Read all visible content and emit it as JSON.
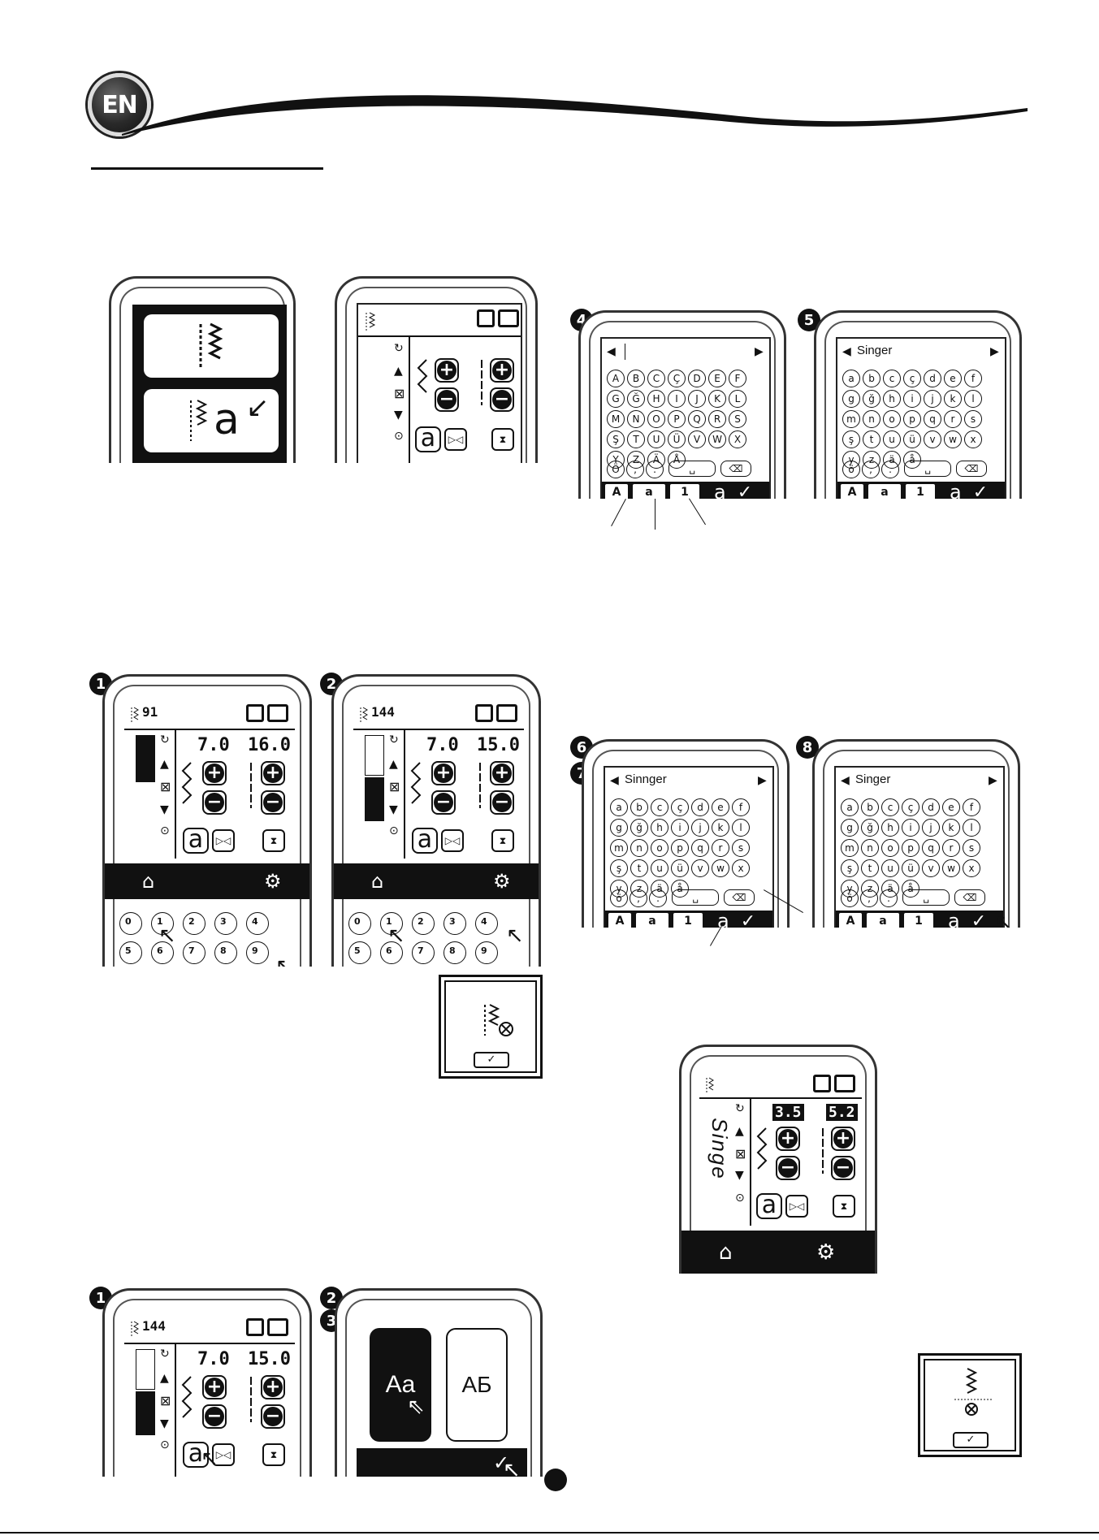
{
  "header": {
    "language_badge": "EN"
  },
  "screens": {
    "top_select": {
      "letter_glyph": "a"
    },
    "top_main": {},
    "step4_keyboard": {
      "step": "4",
      "keys": [
        "A",
        "B",
        "C",
        "Ç",
        "D",
        "E",
        "F",
        "G",
        "Ğ",
        "H",
        "I",
        "J",
        "K",
        "L",
        "M",
        "N",
        "O",
        "P",
        "Q",
        "R",
        "S",
        "Ş",
        "T",
        "U",
        "Ü",
        "V",
        "W",
        "X",
        "Y",
        "Z",
        "Ä",
        "Å",
        "Ö",
        ",",
        "."
      ],
      "tabs": [
        "A",
        "a",
        "1"
      ],
      "glyph": "a",
      "check": "✓"
    },
    "step5_keyboard": {
      "step": "5",
      "input_text": "Singer",
      "keys": [
        "a",
        "b",
        "c",
        "ç",
        "d",
        "e",
        "f",
        "g",
        "ğ",
        "h",
        "i",
        "j",
        "k",
        "l",
        "m",
        "n",
        "o",
        "p",
        "q",
        "r",
        "s",
        "ş",
        "t",
        "u",
        "ü",
        "v",
        "w",
        "x",
        "y",
        "z",
        "ä",
        "å",
        "ö",
        ",",
        "."
      ],
      "tabs": [
        "A",
        "a",
        "1"
      ],
      "glyph": "a",
      "check": "✓"
    },
    "step1_mid": {
      "step": "1",
      "stitch_number": "91",
      "width": "7.0",
      "length": "16.0",
      "numpad": [
        "0",
        "1",
        "2",
        "3",
        "4",
        "5",
        "6",
        "7",
        "8",
        "9"
      ]
    },
    "step2_mid": {
      "step": "2",
      "stitch_number": "144",
      "width": "7.0",
      "length": "15.0",
      "numpad": [
        "0",
        "1",
        "2",
        "3",
        "4",
        "5",
        "6",
        "7",
        "8",
        "9"
      ]
    },
    "step67_keyboard": {
      "steps": [
        "6",
        "7"
      ],
      "input_text": "Sinnger",
      "keys": [
        "a",
        "b",
        "c",
        "ç",
        "d",
        "e",
        "f",
        "g",
        "ğ",
        "h",
        "i",
        "j",
        "k",
        "l",
        "m",
        "n",
        "o",
        "p",
        "q",
        "r",
        "s",
        "ş",
        "t",
        "u",
        "ü",
        "v",
        "w",
        "x",
        "y",
        "z",
        "ä",
        "å",
        "ö",
        ",",
        "."
      ],
      "tabs": [
        "A",
        "a",
        "1"
      ],
      "glyph": "a",
      "check": "✓"
    },
    "step8_keyboard": {
      "step": "8",
      "input_text": "Singer",
      "keys": [
        "a",
        "b",
        "c",
        "ç",
        "d",
        "e",
        "f",
        "g",
        "ğ",
        "h",
        "i",
        "j",
        "k",
        "l",
        "m",
        "n",
        "o",
        "p",
        "q",
        "r",
        "s",
        "ş",
        "t",
        "u",
        "ü",
        "v",
        "w",
        "x",
        "y",
        "z",
        "ä",
        "å",
        "ö",
        ",",
        "."
      ],
      "tabs": [
        "A",
        "a",
        "1"
      ],
      "glyph": "a",
      "check": "✓"
    },
    "result_main": {
      "vertical_text": "Singe",
      "width": "3.5",
      "length": "5.2"
    },
    "step1_bottom": {
      "step": "1",
      "stitch_number": "144",
      "width": "7.0",
      "length": "15.0"
    },
    "step23_font": {
      "steps": [
        "2",
        "3"
      ],
      "option_latin": "Aa",
      "option_cyrillic": "АБ",
      "check": "✓"
    }
  },
  "dialogs": {
    "delete_confirm_1": {
      "check": "✓"
    },
    "delete_confirm_2": {
      "check": "✓"
    }
  },
  "colors": {
    "ink": "#111111",
    "paper": "#ffffff"
  }
}
